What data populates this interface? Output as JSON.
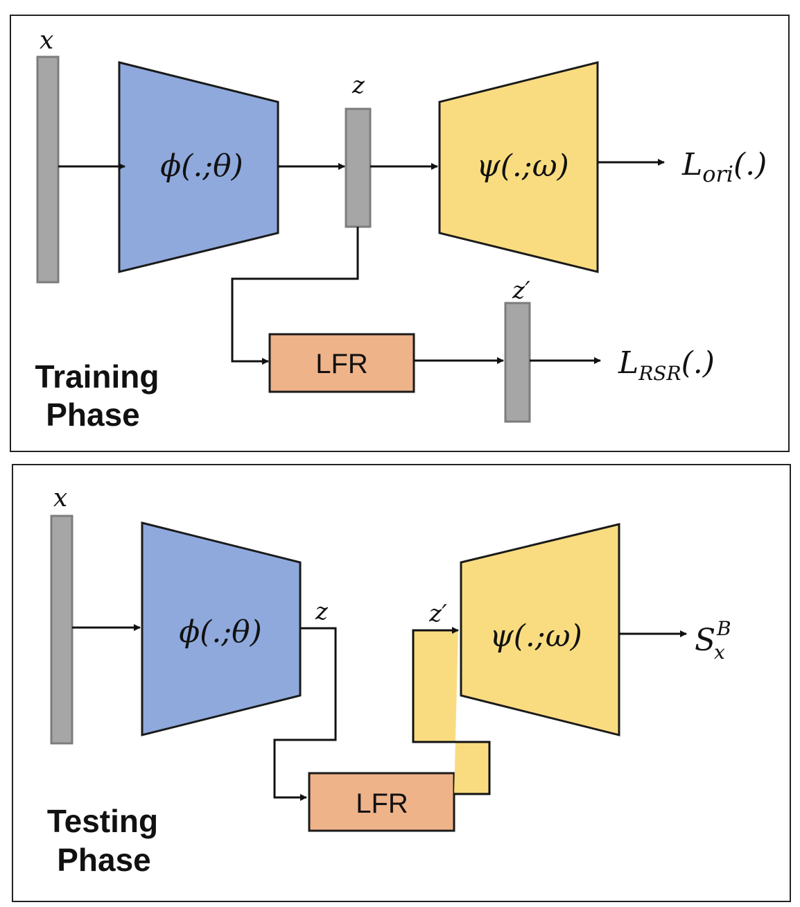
{
  "training": {
    "phase_label_line1": "Training",
    "phase_label_line2": "Phase",
    "input_label": "x",
    "latent_label": "z",
    "latent_prime_label": "z′",
    "encoder_label": "ϕ(.;θ)",
    "decoder_label": "ψ(.;ω)",
    "lfr_label": "LFR",
    "loss_ori": {
      "symbol": "L",
      "sub": "ori",
      "args": "(.)"
    },
    "loss_rsr": {
      "symbol": "L",
      "sub": "RSR",
      "args": "(.)"
    }
  },
  "testing": {
    "phase_label_line1": "Testing",
    "phase_label_line2": "Phase",
    "input_label": "x",
    "latent_label": "z",
    "latent_prime_label": "z′",
    "encoder_label": "ϕ(.;θ)",
    "decoder_label": "ψ(.;ω)",
    "lfr_label": "LFR",
    "score": {
      "symbol": "S",
      "sub": "x",
      "sup": "B"
    }
  },
  "colors": {
    "encoder": "#8fa9dc",
    "decoder": "#f9dc80",
    "lfr": "#efb38a",
    "vector": "#a6a6a6",
    "stroke": "#1a1a1a"
  }
}
